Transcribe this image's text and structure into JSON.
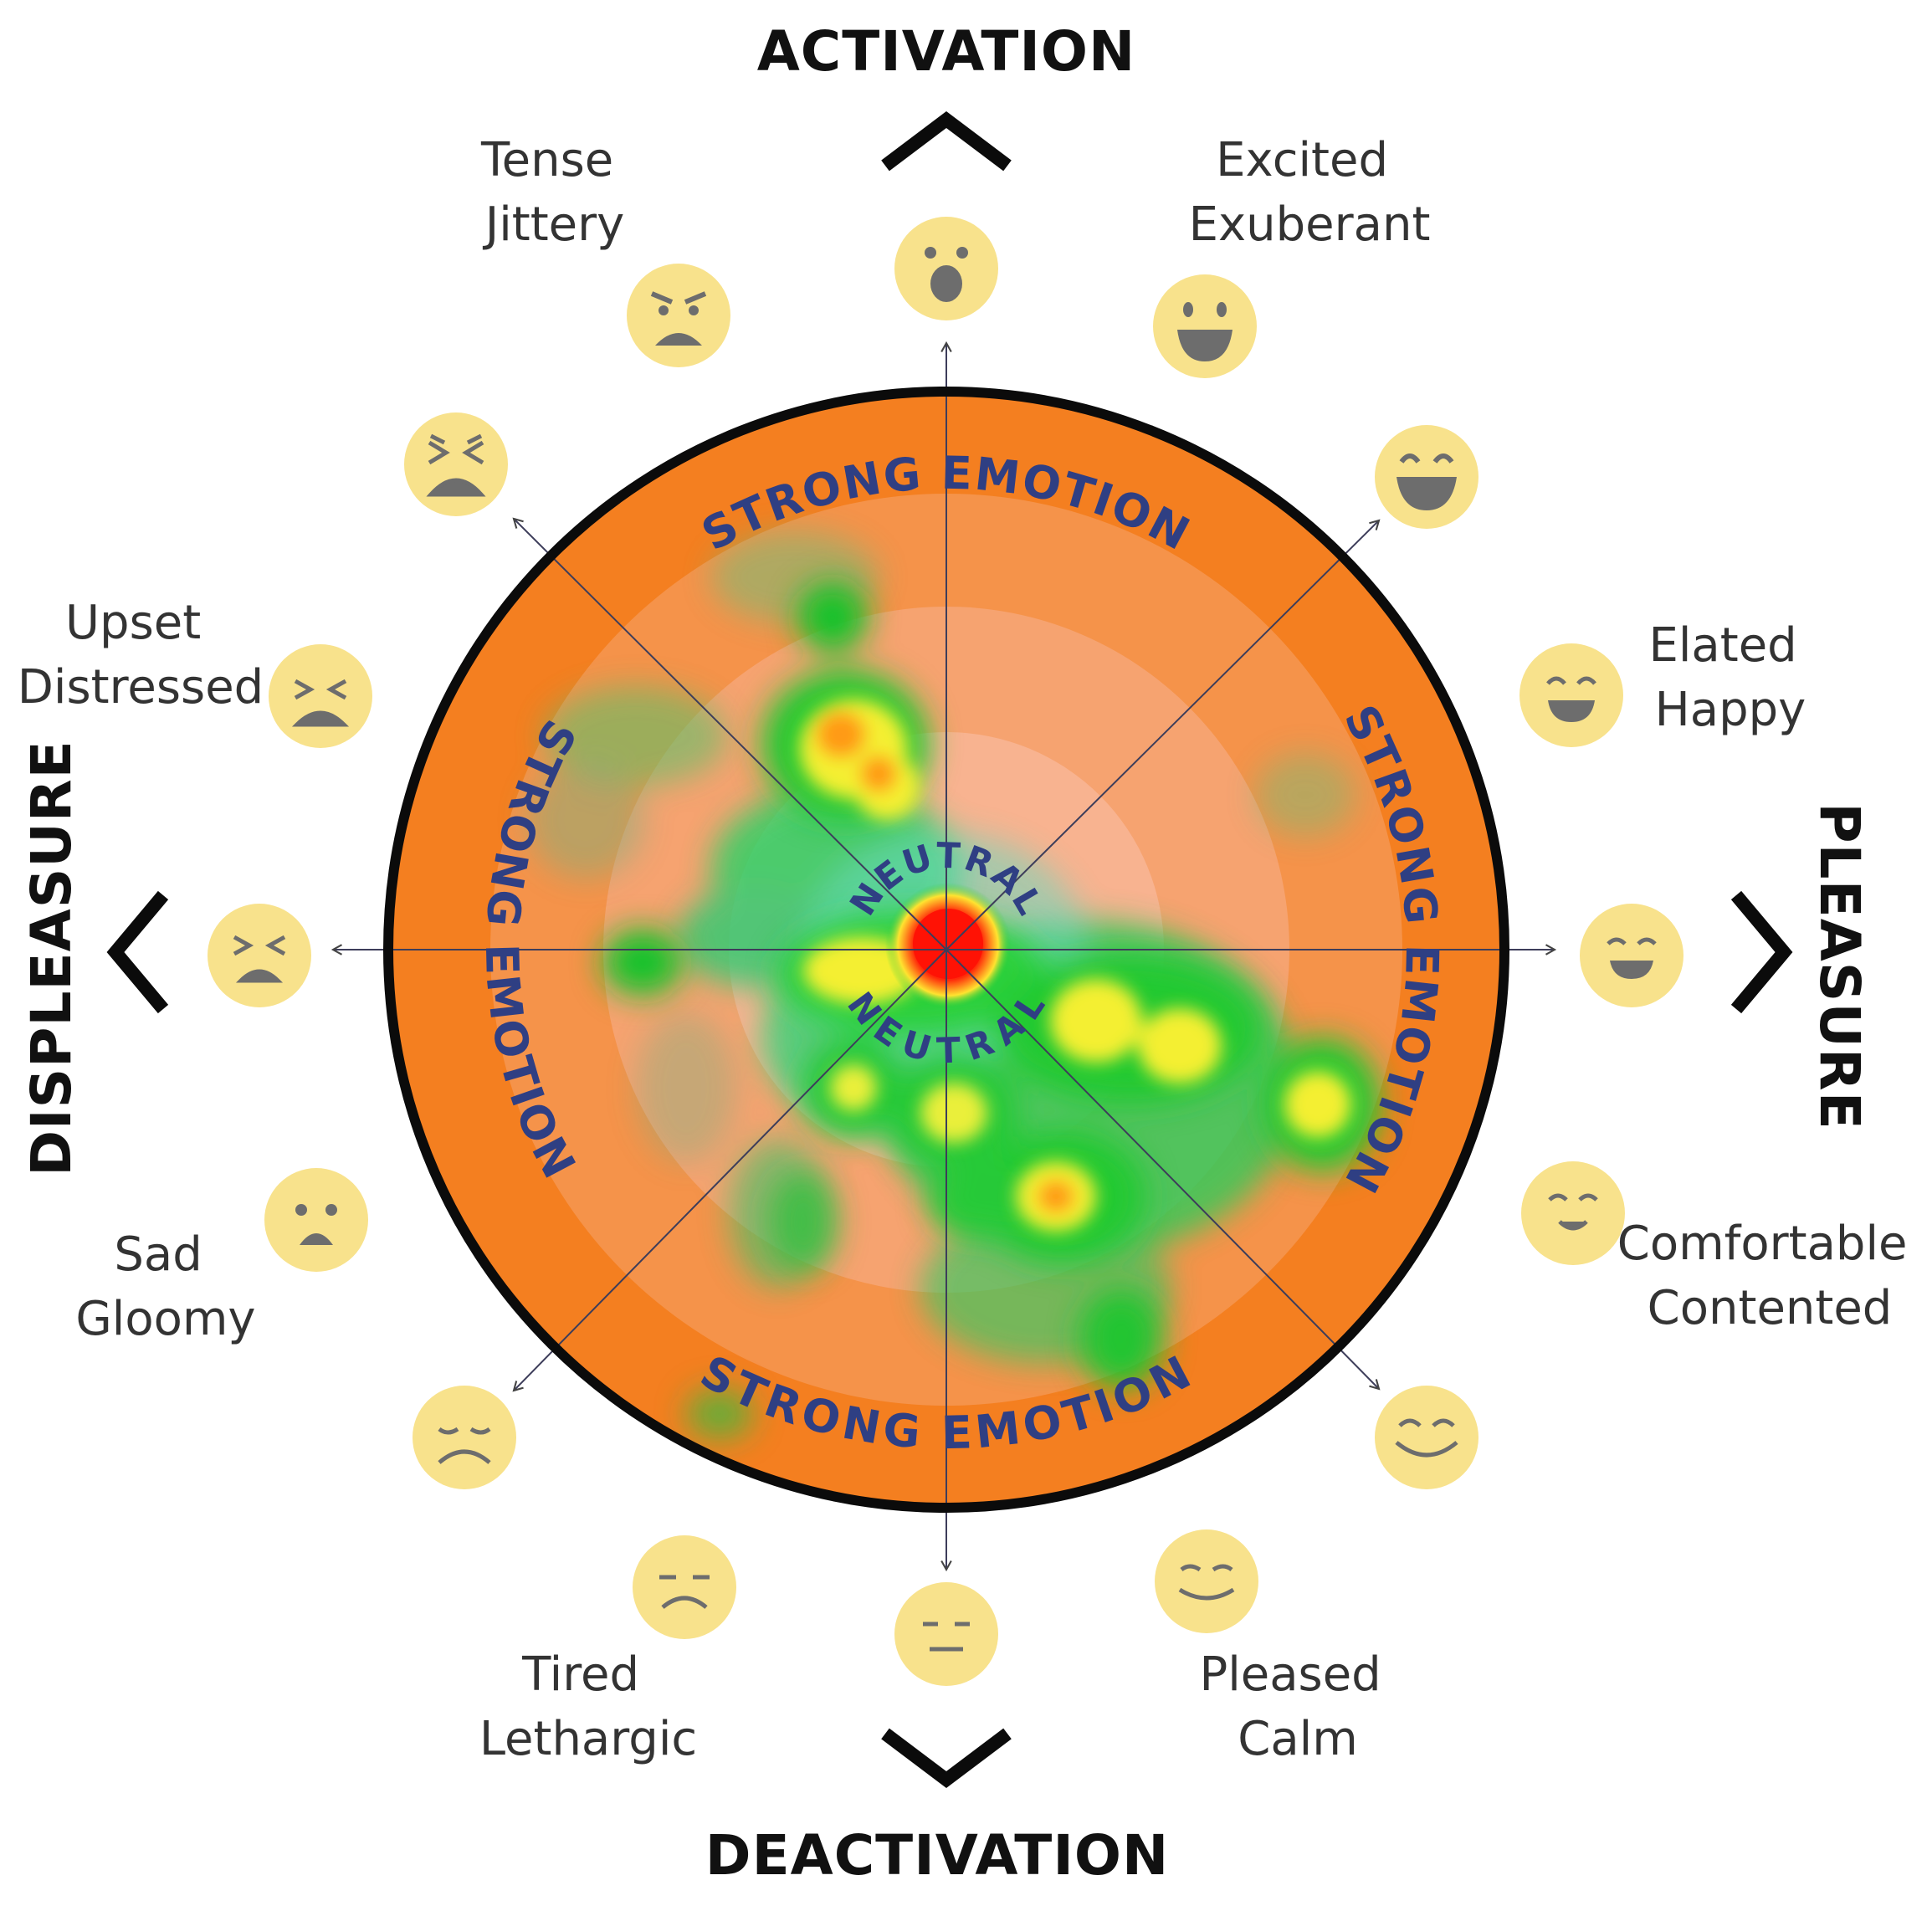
{
  "axes": {
    "top": "ACTIVATION",
    "bottom": "DEACTIVATION",
    "left": "DISPLEASURE",
    "right": "PLEASURE"
  },
  "emotions": {
    "tense": [
      "Tense",
      "Jittery"
    ],
    "excited": [
      "Excited",
      "Exuberant"
    ],
    "upset": [
      "Upset",
      "Distressed"
    ],
    "elated": [
      "Elated",
      "Happy"
    ],
    "sad": [
      "Sad",
      "Gloomy"
    ],
    "comfortable": [
      "Comfortable",
      "Contented"
    ],
    "tired": [
      "Tired",
      "Lethargic"
    ],
    "pleased": [
      "Pleased",
      "Calm"
    ]
  },
  "rings": {
    "outer": "STRONG EMOTION",
    "center": "NEUTRAL"
  },
  "colors": {
    "ring_orange": "#f47f20",
    "face_yellow": "#f8e28c",
    "face_feature": "#6d6d6d",
    "ring_text": "#2f3f83",
    "heat_green": "#27c93a",
    "heat_yellow": "#f3f03a",
    "heat_red": "#ff1a0a"
  },
  "icons": [
    "surprised-face-icon",
    "laughing-face-icon",
    "grinning-face-icon",
    "smiling-face-icon",
    "happy-face-icon",
    "content-face-icon",
    "calm-face-icon",
    "relieved-face-icon",
    "neutral-face-icon",
    "tired-face-icon",
    "sleepy-face-icon",
    "sad-face-icon",
    "squinting-face-icon",
    "distressed-face-icon",
    "frustrated-face-icon",
    "angry-face-icon"
  ]
}
